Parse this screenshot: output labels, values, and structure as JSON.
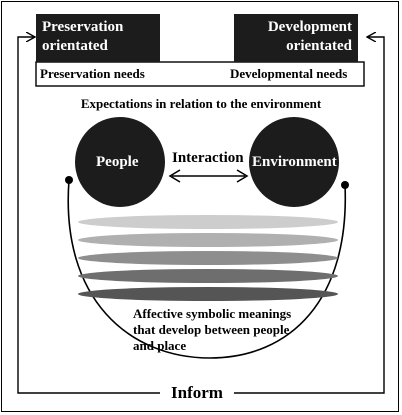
{
  "boxes": {
    "preservation_title": "Preservation orientated",
    "development_title": "Development orientated",
    "preservation_needs": "Preservation needs",
    "developmental_needs": "Developmental needs"
  },
  "expectations": "Expectations in relation to the environment",
  "nodes": {
    "people": "People",
    "environment": "Environment",
    "interaction": "Interaction"
  },
  "meanings_text": [
    "Affective symbolic meanings",
    "that develop between people",
    "and place"
  ],
  "inform": "Inform",
  "colors": {
    "dark": "#1c1c1c",
    "band_light": "#c8c8c8",
    "band_mid": "#a8a8a8",
    "band_dark": "#5a5a5a"
  }
}
